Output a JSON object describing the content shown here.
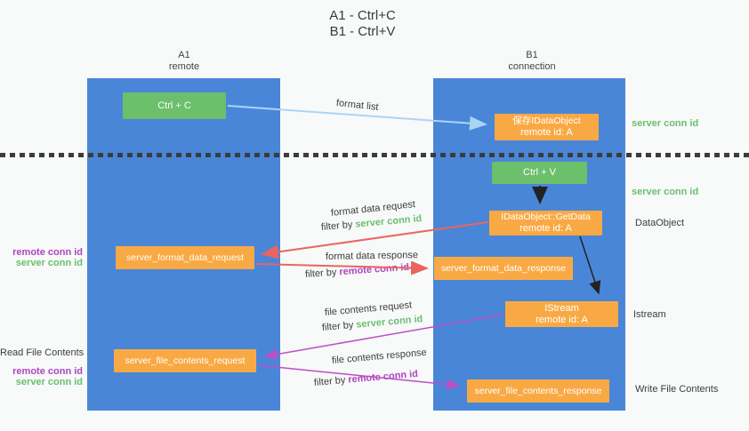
{
  "title": {
    "line1": "A1 - Ctrl+C",
    "line2": "B1 - Ctrl+V"
  },
  "lifelines": {
    "left": {
      "name": "A1",
      "role": "remote"
    },
    "right": {
      "name": "B1",
      "role": "connection"
    }
  },
  "nodes": {
    "ctrl_c": "Ctrl + C",
    "ctrl_v": "Ctrl + V",
    "save_idataobject": {
      "title": "保存IDataObject",
      "subtitle": "remote id: A"
    },
    "getdata": {
      "title": "IDataObject::GetData",
      "subtitle": "remote id: A"
    },
    "istream": {
      "title": "IStream",
      "subtitle": "remote id: A"
    },
    "format_request": "server_format_data_request",
    "format_response": "server_format_data_response",
    "file_request": "server_file_contents_request",
    "file_response": "server_file_contents_response"
  },
  "side_labels": {
    "server_conn_id_top": "server conn id",
    "server_conn_id_mid": "server conn id",
    "dataobject": "DataObject",
    "istream": "Istream",
    "write_file_contents": "Write File Contents",
    "read_file_contents": "Read File Contents",
    "format_pair": {
      "remote": "remote conn id",
      "server": "server conn id"
    },
    "file_pair": {
      "remote": "remote conn id",
      "server": "server conn id"
    }
  },
  "arrows": {
    "format_list": "format list",
    "format_data_request": "format data request",
    "format_data_response": "format data response",
    "file_contents_request": "file contents request",
    "file_contents_response": "file contents response",
    "filter_by": "filter by",
    "server_conn_id": "server conn id",
    "remote_conn_id": "remote conn id"
  },
  "colors": {
    "lifeline_blue": "#4a86d8",
    "action_green": "#6cbf6b",
    "message_orange": "#f9a944",
    "arrow_red": "#e8655f",
    "arrow_purple": "#bb4fc4",
    "arrow_light_blue": "#a9d5f5",
    "label_green": "#6abf6e",
    "label_purple": "#ab47bc",
    "background": "#f8f9f9"
  }
}
